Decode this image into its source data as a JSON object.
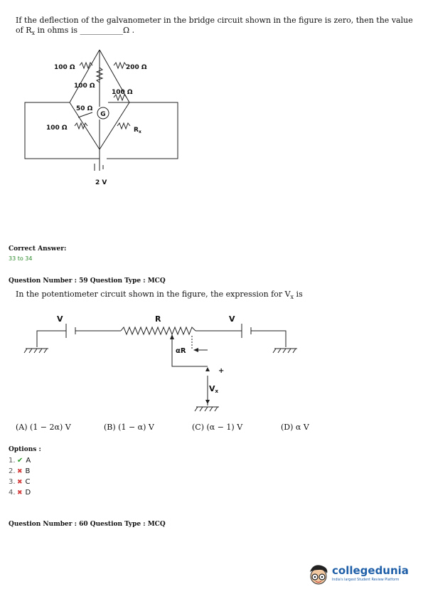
{
  "q58": {
    "line1": "If the deflection of the galvanometer in the bridge circuit shown in the figure is zero, then the value",
    "line2_pre": "of R",
    "line2_sub": "x",
    "line2_post": " in ohms is ",
    "blank": "___________",
    "unit": "Ω .",
    "figure": {
      "r_topleft": "100 Ω",
      "r_top_vertical": "100 Ω",
      "r_topright": "200 Ω",
      "r_middle": "100 Ω",
      "r_g": "50 Ω",
      "galvanometer": "G",
      "r_bottomleft": "100 Ω",
      "r_x": "R",
      "r_x_sub": "x",
      "battery": "2 V"
    },
    "correct_answer_label": "Correct Answer:",
    "correct_answer": "33 to 34"
  },
  "q59": {
    "header": "Question Number : 59 Question Type : MCQ",
    "text_pre": "In the potentiometer circuit shown in the figure, the expression for V",
    "text_sub": "x",
    "text_post": " is",
    "figure": {
      "v_left": "V",
      "r_label": "R",
      "v_right": "V",
      "alpha_r": "αR",
      "plus": "+",
      "vx": "V",
      "vx_sub": "x"
    },
    "choices": [
      "(A) (1 − 2α) V",
      "(B) (1 − α) V",
      "(C) (α − 1) V",
      "(D) α V"
    ],
    "options_label": "Options :",
    "options": [
      {
        "num": "1.",
        "mark": "✔",
        "letter": "A"
      },
      {
        "num": "2.",
        "mark": "✖",
        "letter": "B"
      },
      {
        "num": "3.",
        "mark": "✖",
        "letter": "C"
      },
      {
        "num": "4.",
        "mark": "✖",
        "letter": "D"
      }
    ]
  },
  "q60": {
    "header": "Question Number : 60 Question Type : MCQ"
  },
  "brand": {
    "name": "collegedunia",
    "tagline": "India's largest Student Review Platform",
    "color": "#1f5fa8"
  }
}
